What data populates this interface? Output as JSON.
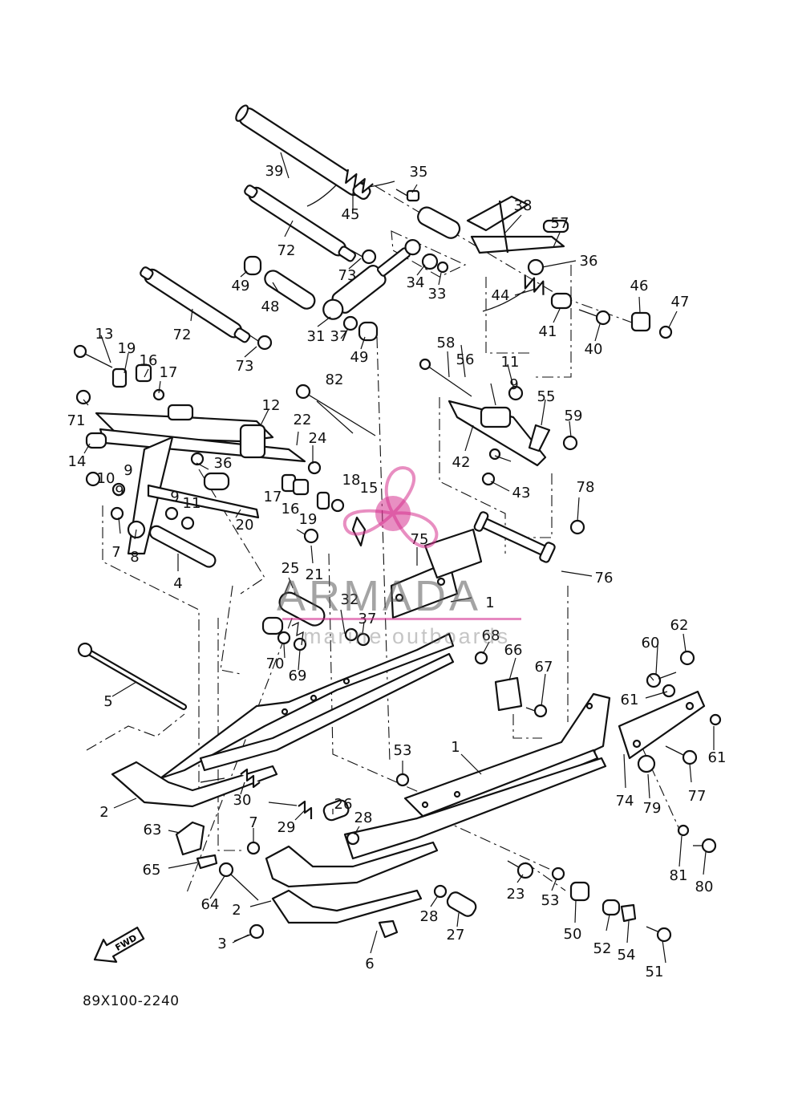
{
  "diagram": {
    "code": "89X100-2240",
    "fwd_label": "FWD",
    "callouts": [
      "1",
      "1",
      "2",
      "2",
      "3",
      "4",
      "5",
      "6",
      "7",
      "7",
      "8",
      "9",
      "9",
      "9",
      "9",
      "10",
      "11",
      "11",
      "12",
      "13",
      "14",
      "15",
      "16",
      "16",
      "17",
      "17",
      "18",
      "19",
      "19",
      "20",
      "21",
      "22",
      "23",
      "24",
      "25",
      "26",
      "27",
      "28",
      "28",
      "29",
      "30",
      "31",
      "32",
      "33",
      "34",
      "35",
      "36",
      "36",
      "37",
      "37",
      "38",
      "39",
      "40",
      "41",
      "42",
      "43",
      "44",
      "45",
      "46",
      "47",
      "48",
      "49",
      "49",
      "50",
      "51",
      "52",
      "53",
      "53",
      "54",
      "55",
      "56",
      "57",
      "58",
      "59",
      "60",
      "61",
      "61",
      "62",
      "63",
      "64",
      "65",
      "66",
      "67",
      "68",
      "69",
      "70",
      "71",
      "72",
      "72",
      "73",
      "73",
      "74",
      "75",
      "76",
      "77",
      "78",
      "79",
      "80",
      "81",
      "82"
    ]
  },
  "watermark": {
    "name": "ARMADA",
    "tagline": "marine outboards",
    "accent_color": "#d6338f"
  },
  "colors": {
    "line": "#111111",
    "background": "#ffffff"
  }
}
